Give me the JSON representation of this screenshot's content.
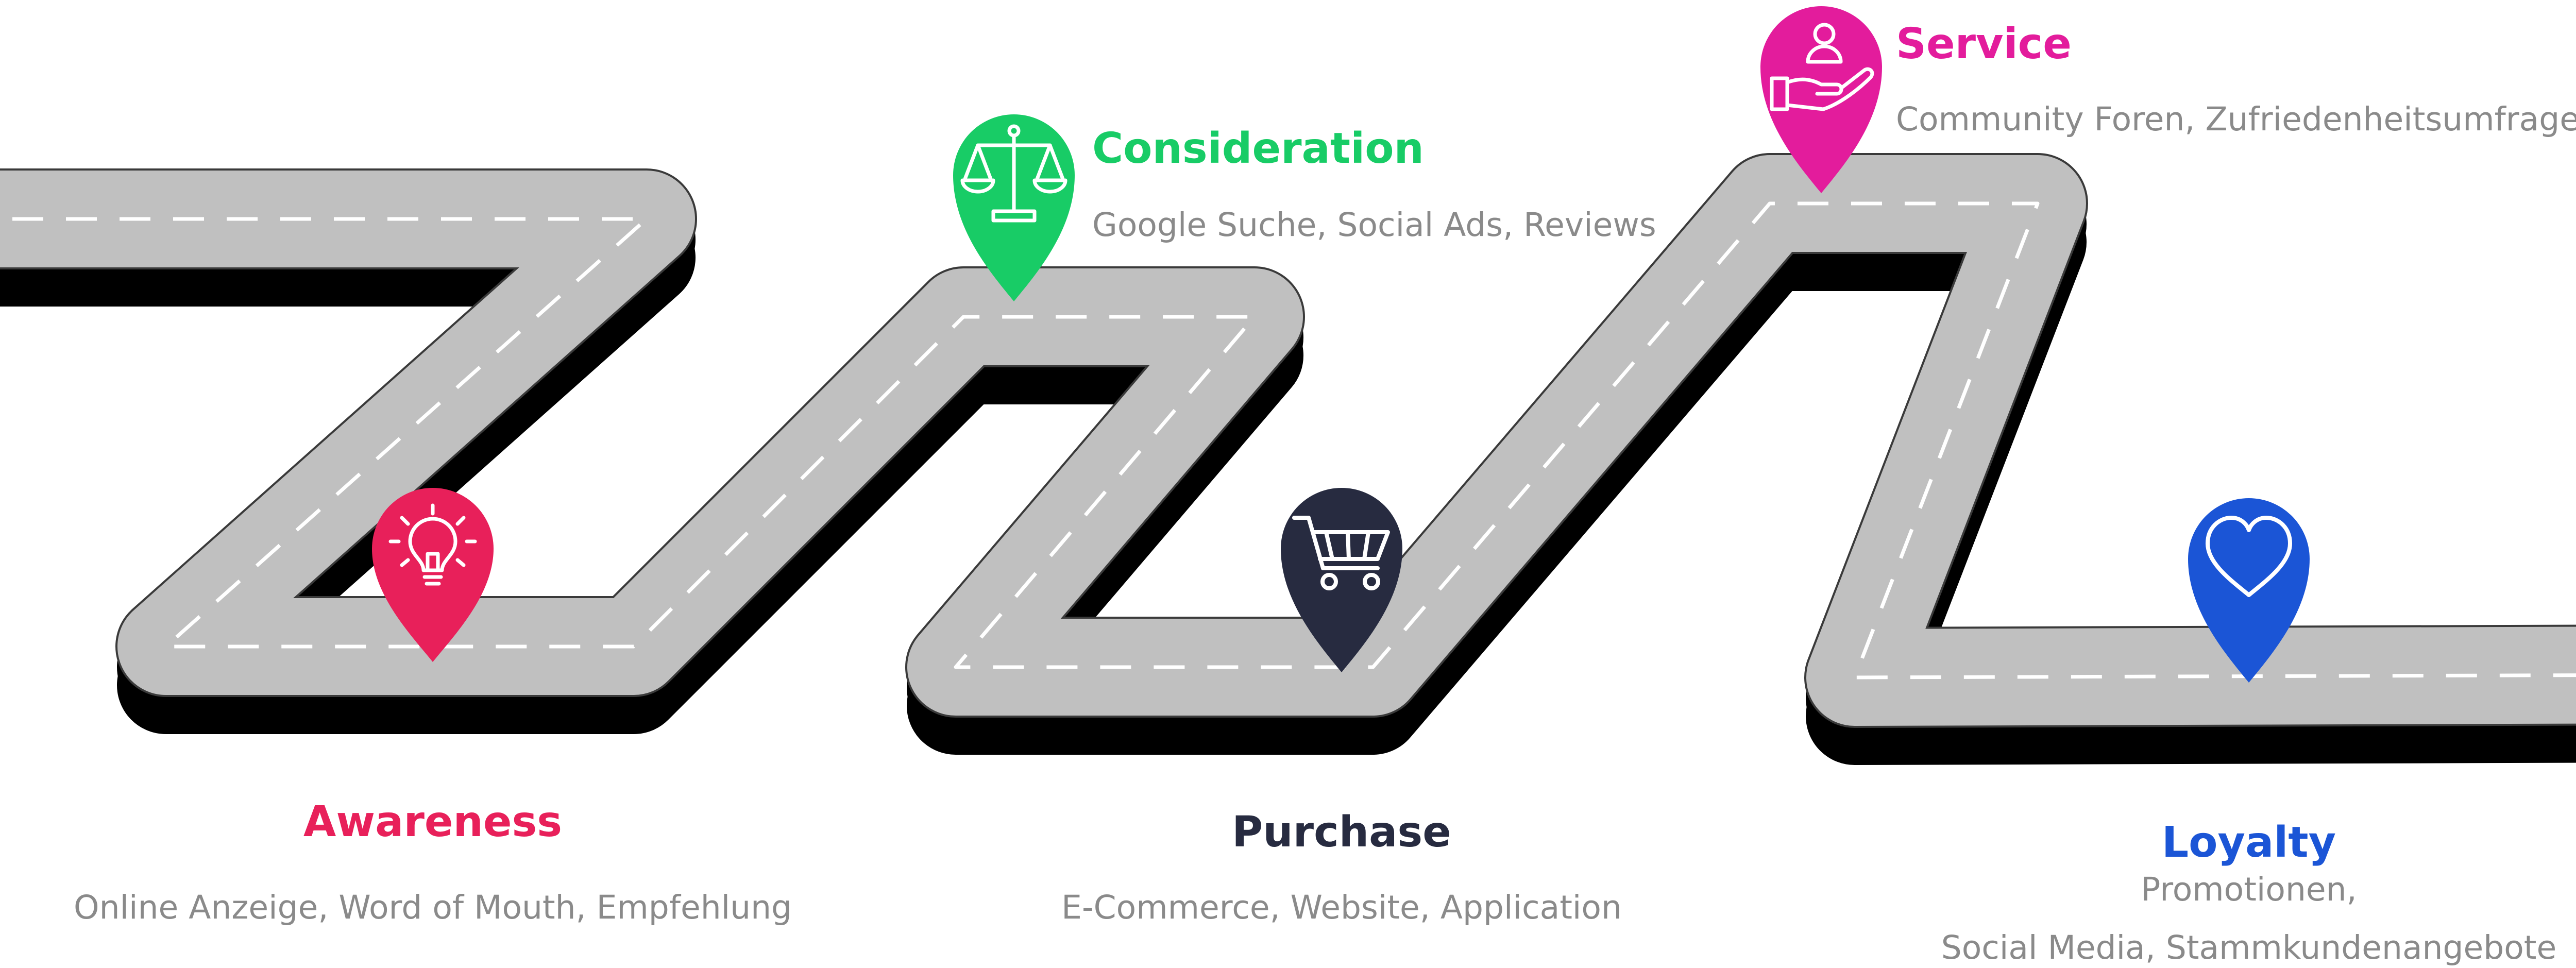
{
  "colors": {
    "awareness": "#e8205a",
    "consideration": "#18cc66",
    "purchase": "#272b40",
    "service": "#e31c9c",
    "loyalty": "#1b55d6",
    "road": "#c0c0c0",
    "road_shadow": "#000000",
    "lane_marking": "#ffffff",
    "description": "#8a8a8a"
  },
  "stages": [
    {
      "id": "awareness",
      "title": "Awareness",
      "description": "Online Anzeige, Word of Mouth, Empfehlung",
      "icon": "lightbulb-icon"
    },
    {
      "id": "consideration",
      "title": "Consideration",
      "description": "Google Suche, Social Ads, Reviews",
      "icon": "scales-icon"
    },
    {
      "id": "purchase",
      "title": "Purchase",
      "description": "E-Commerce, Website, Application",
      "icon": "shopping-cart-icon"
    },
    {
      "id": "service",
      "title": "Service",
      "description": "Community Foren, Zufriedenheitsumfrage",
      "icon": "hand-person-icon"
    },
    {
      "id": "loyalty",
      "title": "Loyalty",
      "description_line1": "Promotionen,",
      "description_line2": "Social Media, Stammkundenangebote",
      "icon": "heart-icon"
    }
  ]
}
